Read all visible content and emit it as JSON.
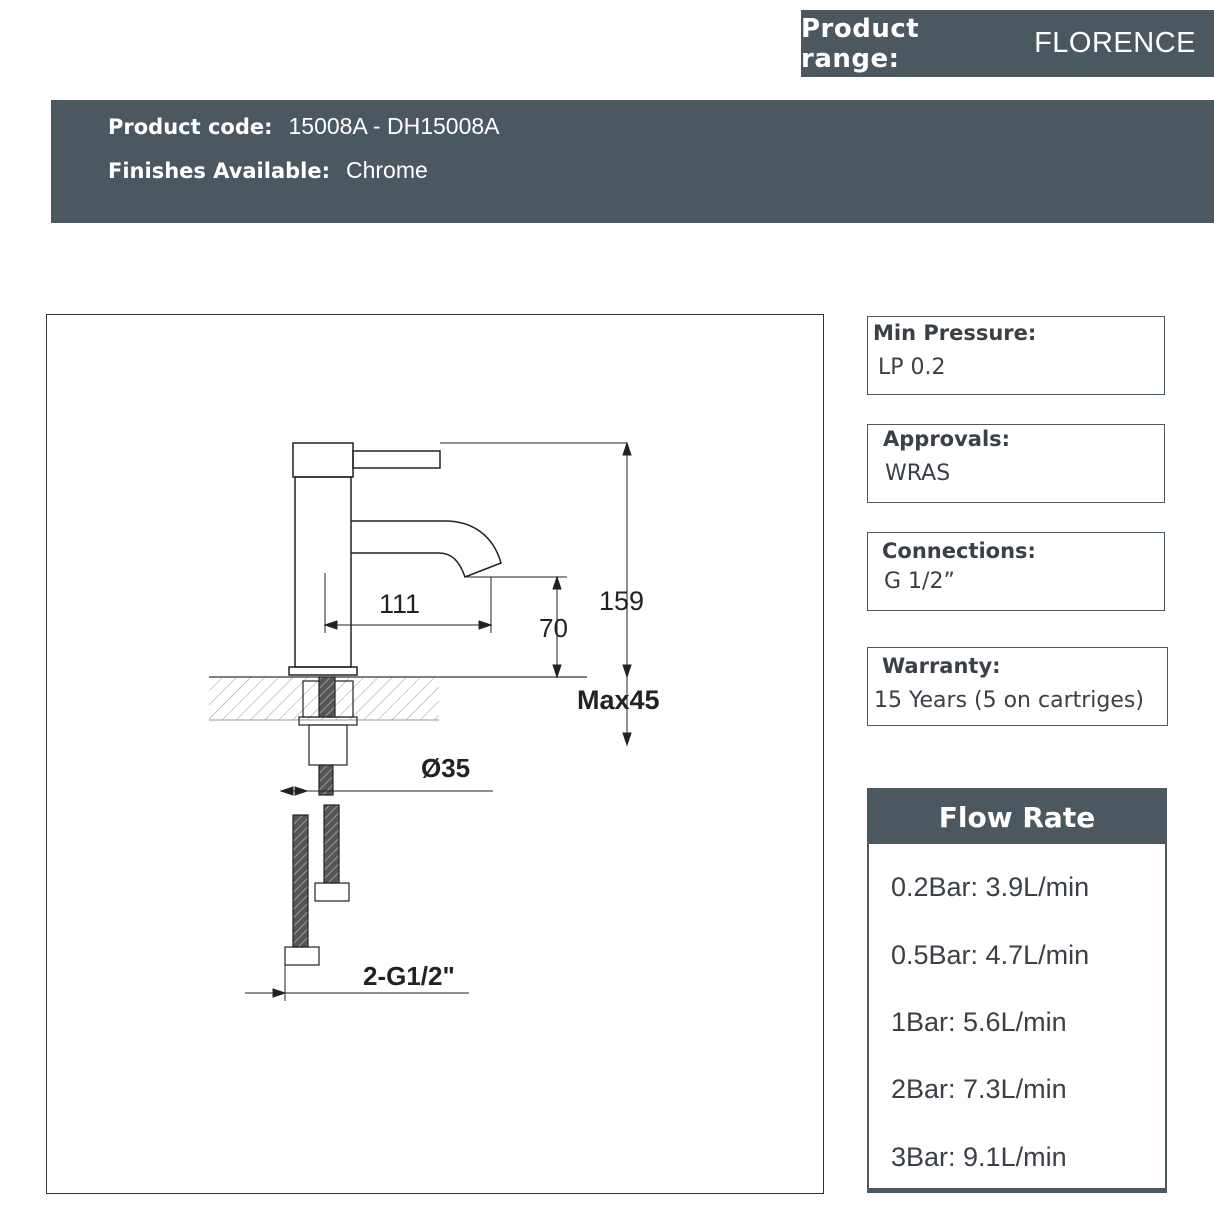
{
  "header": {
    "range_label": "Product range:",
    "range_value": "FLORENCE"
  },
  "product": {
    "code_label": "Product code:",
    "code_value": "15008A - DH15008A",
    "finish_label": "Finishes Available:",
    "finish_value": "Chrome"
  },
  "drawing": {
    "dim_spout_reach": "111",
    "dim_spout_height": "70",
    "dim_total_height": "159",
    "dim_max_deck": "Max45",
    "dim_hole": "Ø35",
    "dim_connection": "2-G1/2\""
  },
  "specs": {
    "pressure_title": "Min Pressure:",
    "pressure_value": "LP 0.2",
    "approvals_title": "Approvals:",
    "approvals_value": "WRAS",
    "connections_title": "Connections:",
    "connections_value": "G 1/2”",
    "warranty_title": "Warranty:",
    "warranty_value": "15 Years (5 on cartriges)"
  },
  "flow_rate": {
    "title": "Flow Rate",
    "rows": [
      "0.2Bar: 3.9L/min",
      "0.5Bar: 4.7L/min",
      "1Bar: 5.6L/min",
      "2Bar: 7.3L/min",
      "3Bar: 9.1L/min"
    ]
  }
}
